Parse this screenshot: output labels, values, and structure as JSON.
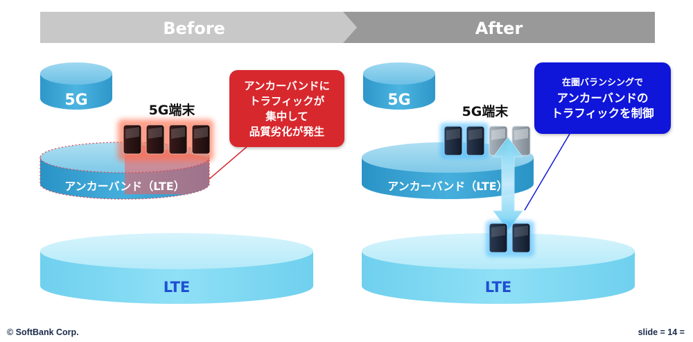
{
  "header": {
    "before": "Before",
    "after": "After"
  },
  "before": {
    "cyl_5g": "5G",
    "device_label": "5G端末",
    "anchor_label": "アンカーバンド（LTE）",
    "lte_label": "LTE",
    "callout": [
      "アンカーバンドに",
      "トラフィックが",
      "集中して",
      "品質劣化が発生"
    ]
  },
  "after": {
    "cyl_5g": "5G",
    "device_label": "5G端末",
    "anchor_label": "アンカーバンド（LTE）",
    "lte_label": "LTE",
    "callout_small": "在圏バランシングで",
    "callout": [
      "アンカーバンドの",
      "トラフィックを制御"
    ]
  },
  "footer": {
    "copyright": "© SoftBank Corp.",
    "slide": "slide  = 14 ="
  },
  "colors": {
    "header_light": "#c8c8c8",
    "header_dark": "#999999",
    "cyl_5g": "#3fa8d8",
    "anchor": "#3aa6d4",
    "lte": "#7fd7f0",
    "callout_red": "#d7282e",
    "callout_blue": "#0f15d9",
    "label_blue": "#1f4fd1"
  }
}
